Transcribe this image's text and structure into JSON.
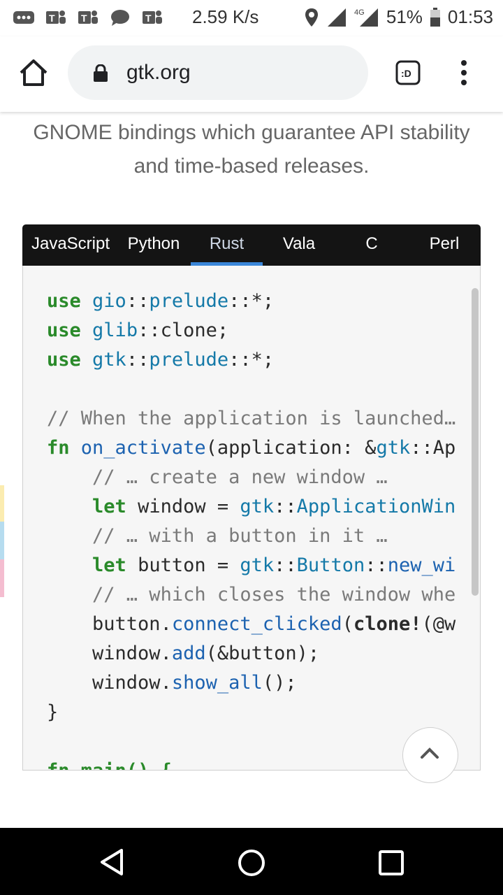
{
  "status_bar": {
    "speed": "2.59 K/s",
    "network": "4G",
    "battery": "51%",
    "time": "01:53",
    "icons": [
      "more-icon",
      "teams-icon",
      "teams-icon",
      "chat-icon",
      "teams-icon",
      "location-icon",
      "signal-icon",
      "signal-4g-icon",
      "battery-icon"
    ]
  },
  "browser": {
    "url": "gtk.org",
    "tab_switcher_label": ":D"
  },
  "page": {
    "intro_line1": "GNOME bindings which guarantee API stability",
    "intro_line2": "and time-based releases."
  },
  "tabs": [
    {
      "label": "JavaScript"
    },
    {
      "label": "Python"
    },
    {
      "label": "Rust",
      "active": true
    },
    {
      "label": "Vala"
    },
    {
      "label": "C"
    },
    {
      "label": "Perl"
    }
  ],
  "code": {
    "l1_kw": "use",
    "l1_mod": "gio",
    "l1_sep": "::",
    "l1_prelude": "prelude",
    "l1_rest": "::*;",
    "l2_kw": "use",
    "l2_mod": "glib",
    "l2_rest": "::clone;",
    "l3_kw": "use",
    "l3_mod": "gtk",
    "l3_sep": "::",
    "l3_prelude": "prelude",
    "l3_rest": "::*;",
    "l5_comment": "// When the application is launched…",
    "l6_kw": "fn",
    "l6_name": "on_activate",
    "l6_a": "(application: &",
    "l6_mod": "gtk",
    "l6_b": "::Ap",
    "l7_comment": "// … create a new window …",
    "l8_kw": "let",
    "l8_a": " window = ",
    "l8_mod": "gtk",
    "l8_sep": "::",
    "l8_type": "ApplicationWin",
    "l9_comment": "// … with a button in it …",
    "l10_kw": "let",
    "l10_a": " button = ",
    "l10_mod": "gtk",
    "l10_sep": "::",
    "l10_type": "Button",
    "l10_sep2": "::",
    "l10_fn": "new_wi",
    "l11_comment": "// … which closes the window whe",
    "l12_a": "button.",
    "l12_fn": "connect_clicked",
    "l12_b": "(",
    "l12_macro": "clone!",
    "l12_c": "(@w",
    "l13_a": "window.",
    "l13_fn": "add",
    "l13_b": "(&button);",
    "l14_a": "window.",
    "l14_fn": "show_all",
    "l14_b": "();",
    "l15": "}",
    "l17": "fn main() {"
  },
  "colors": {
    "tab_bar_bg": "#141414",
    "tab_underline": "#3a86d8",
    "keyword": "#2a8a2a",
    "module": "#1479a8",
    "function": "#1c62b0",
    "comment": "#7a7a7a"
  }
}
